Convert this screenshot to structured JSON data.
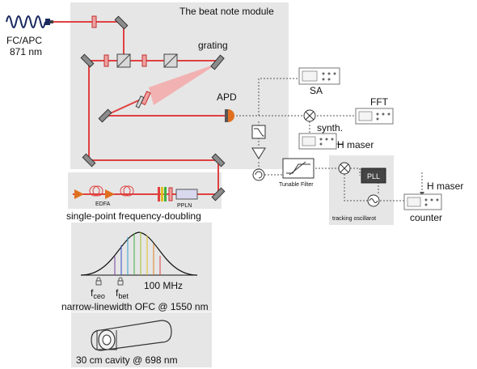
{
  "labels": {
    "beat_note_module": "The beat note module",
    "fc_apc": "FC/APC",
    "wavelength_871": "871 nm",
    "grating": "grating",
    "apd": "APD",
    "sa": "SA",
    "fft": "FFT",
    "synth": "synth.",
    "h_maser_1": "H maser",
    "h_maser_2": "H maser",
    "tunable_filter": "Tunable Filter",
    "pll": "PLL",
    "tracking_oscillator": "tracking oscillarot",
    "counter": "counter",
    "edfa": "EDFA",
    "ppln": "PPLN",
    "single_point": "single-point frequency-doubling",
    "f_ceo_main": "f",
    "f_ceo_sub": "ceo",
    "f_bet_main": "f",
    "f_bet_sub": "bet",
    "rep_rate": "100 MHz",
    "ofc": "narrow-linewidth OFC @ 1550 nm",
    "cavity": "30 cm cavity @ 698 nm"
  },
  "colors": {
    "beam": "#e04040",
    "panel": "#e6e6e6",
    "apd": "#e07020",
    "spectrum_lines": [
      "#7b3fa0",
      "#3050c8",
      "#30a0d0",
      "#40b040",
      "#a0c030",
      "#e0c020",
      "#e08020",
      "#e04040"
    ]
  },
  "icons": {
    "fiber_coil": "fiber-coil-icon",
    "spectrum_analyzer": "instrument-icon",
    "mixer": "mixer-icon",
    "filter": "filter-icon",
    "amplifier": "amplifier-icon",
    "circulator": "circulator-icon",
    "oscillator": "oscillator-icon",
    "lock": "lock-icon",
    "cavity": "cavity-icon"
  }
}
